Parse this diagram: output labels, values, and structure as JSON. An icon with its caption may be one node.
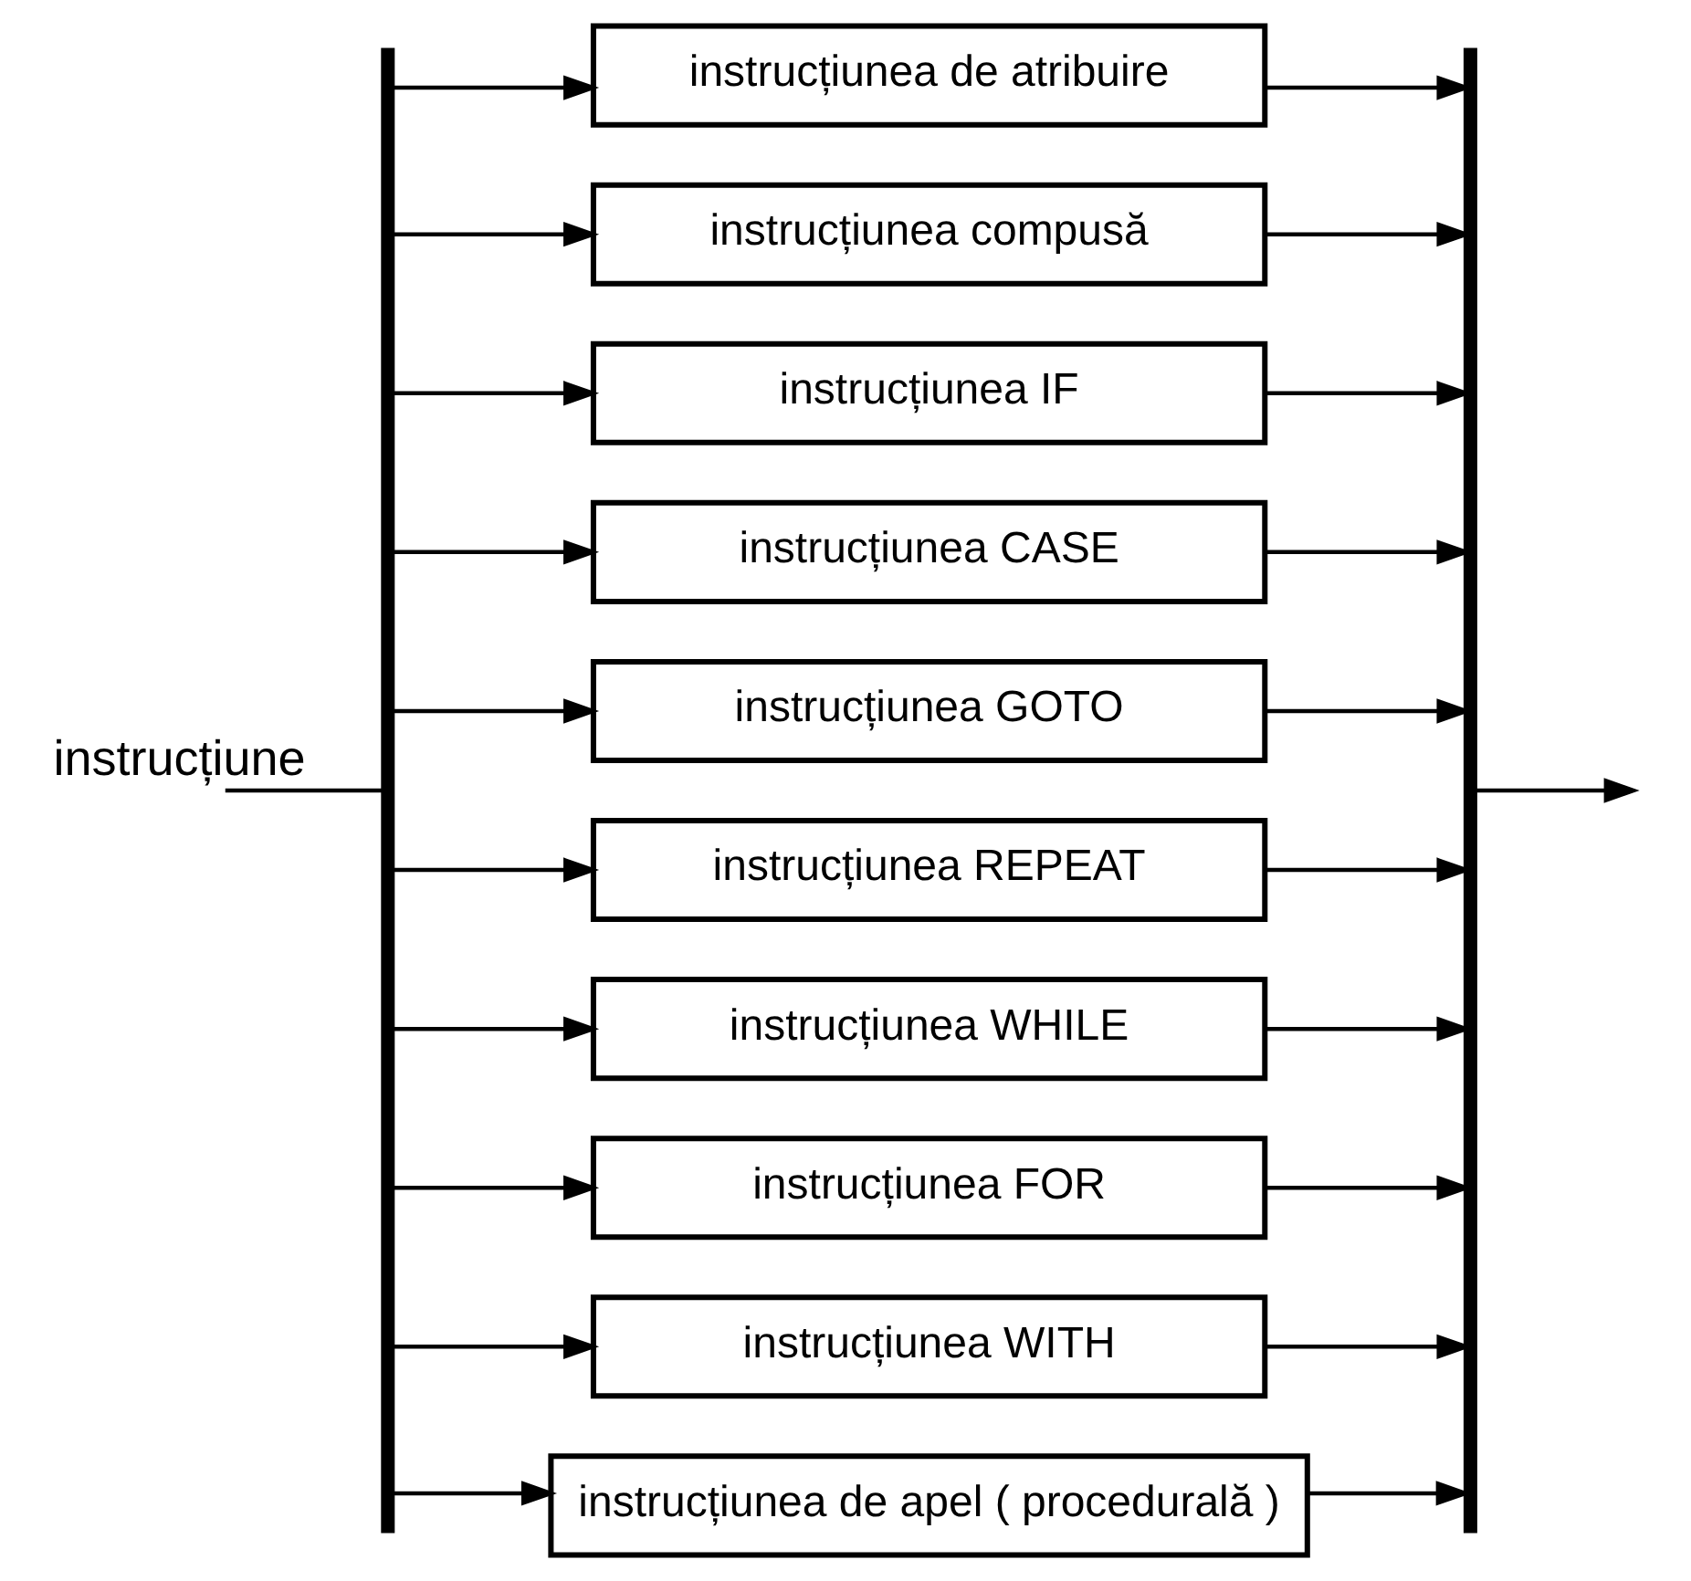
{
  "diagram": {
    "nodes": [
      {
        "text": [],
        "shape": "bar"
      },
      {
        "text": [
          "instrucțiunea de atribuire"
        ]
      },
      {
        "text": [
          "instrucțiunea compusă"
        ]
      },
      {
        "text": [
          "instrucțiunea IF"
        ]
      },
      {
        "text": [
          "instrucțiunea CASE"
        ]
      },
      {
        "text": [
          "instrucțiunea GOTO"
        ]
      },
      {
        "text": [
          "instrucțiunea REPEAT"
        ]
      },
      {
        "text": [
          "instrucțiunea WHILE"
        ]
      },
      {
        "text": [
          "instrucțiunea FOR"
        ]
      },
      {
        "text": [
          "instrucțiunea WITH"
        ]
      },
      {
        "text": [
          "instrucțiunea de apel ( procedurală )"
        ]
      },
      {
        "text": [],
        "shape": "bar"
      }
    ],
    "edges": [
      {
        "from": null,
        "to": 0,
        "arrow": "none",
        "label": "instrucțiune"
      },
      {
        "from": 0,
        "to": 1,
        "arrow": "to"
      },
      {
        "from": 0,
        "to": 2,
        "arrow": "to"
      },
      {
        "from": 0,
        "to": 3,
        "arrow": "to"
      },
      {
        "from": 0,
        "to": 4,
        "arrow": "to"
      },
      {
        "from": 0,
        "to": 5,
        "arrow": "to"
      },
      {
        "from": 0,
        "to": 6,
        "arrow": "to"
      },
      {
        "from": 0,
        "to": 7,
        "arrow": "to"
      },
      {
        "from": 0,
        "to": 8,
        "arrow": "to"
      },
      {
        "from": 0,
        "to": 9,
        "arrow": "to"
      },
      {
        "from": 0,
        "to": 10,
        "arrow": "to"
      },
      {
        "from": 1,
        "to": 11,
        "arrow": "to"
      },
      {
        "from": 2,
        "to": 11,
        "arrow": "to"
      },
      {
        "from": 3,
        "to": 11,
        "arrow": "to"
      },
      {
        "from": 4,
        "to": 11,
        "arrow": "to"
      },
      {
        "from": 5,
        "to": 11,
        "arrow": "to"
      },
      {
        "from": 6,
        "to": 11,
        "arrow": "to"
      },
      {
        "from": 7,
        "to": 11,
        "arrow": "to"
      },
      {
        "from": 8,
        "to": 11,
        "arrow": "to"
      },
      {
        "from": 9,
        "to": 11,
        "arrow": "to"
      },
      {
        "from": 10,
        "to": 11,
        "arrow": "to"
      },
      {
        "from": 11,
        "to": null,
        "arrow": "to"
      }
    ]
  }
}
